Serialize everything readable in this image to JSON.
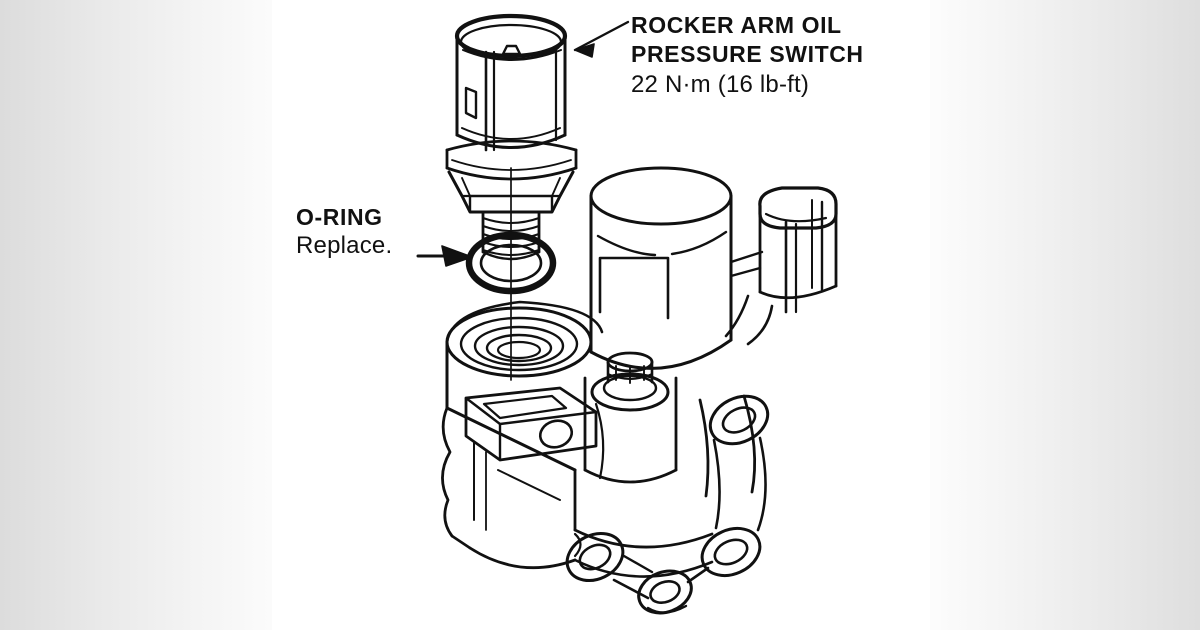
{
  "document": {
    "kind": "technical-service-illustration",
    "background_color": "#ffffff",
    "line_color": "#111111",
    "margin_color": "#e8e8e8"
  },
  "callouts": [
    {
      "id": "rocker-arm-oil-pressure-switch",
      "title_line1": "ROCKER ARM OIL",
      "title_line2": "PRESSURE SWITCH",
      "torque": "22 N·m (16 lb-ft)",
      "leader": "diagonal-line-with-arrowhead",
      "points_to": "switch-connector-body"
    },
    {
      "id": "o-ring",
      "title": "O-RING",
      "action": "Replace.",
      "leader": "horizontal-arrow",
      "points_to": "o-ring-seal"
    }
  ],
  "parts": [
    {
      "name": "oil-pressure-switch",
      "detail": "cylindrical connector housing over hex nut"
    },
    {
      "name": "hex-nut",
      "detail": "wrench flats on switch shank"
    },
    {
      "name": "threaded-shank",
      "detail": "male thread below hex"
    },
    {
      "name": "o-ring-seal",
      "detail": "replaceable sealing ring"
    },
    {
      "name": "mounting-port",
      "detail": "threaded boss in housing"
    },
    {
      "name": "solenoid-cylinder",
      "detail": "large vertical cylinder"
    },
    {
      "name": "side-connector",
      "detail": "small electrical connector at right"
    },
    {
      "name": "flange-bolt",
      "detail": "bolt with washer on casting"
    },
    {
      "name": "casting-body",
      "detail": "aluminium housing with mounting ears"
    },
    {
      "name": "mounting-ear-holes",
      "detail": "bolt holes at casting corners"
    },
    {
      "name": "assembly-centerline",
      "detail": "vertical alignment axis"
    }
  ]
}
